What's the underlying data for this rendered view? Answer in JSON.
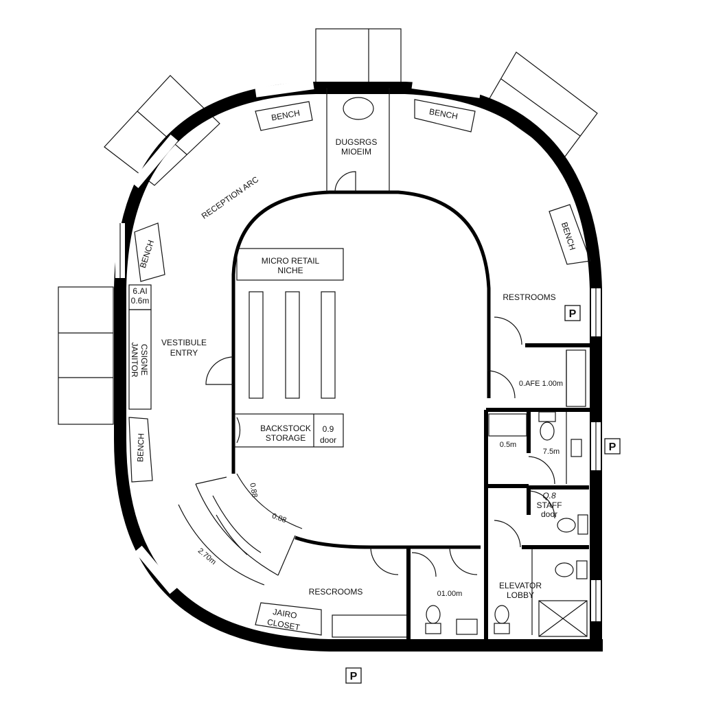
{
  "plan": {
    "benches": {
      "top_left": "BENCH",
      "top_right": "BENCH",
      "right": "BENCH",
      "left_upper": "BENCH",
      "left_lower": "BENCH"
    },
    "rooms": {
      "top_room": [
        "DUGSRGS",
        "MIOEIM"
      ],
      "reception": "RECEPTION ARC",
      "micro_retail": [
        "MICRO RETAIL",
        "NICHE"
      ],
      "janitor": [
        "JANITOR",
        "CSIGNE"
      ],
      "vestibule": [
        "VESTIBULE",
        "ENTRY"
      ],
      "backstock": [
        "BACKSTOCK",
        "STORAGE"
      ],
      "restrooms_right": "RESTROOMS",
      "staff": [
        "Q.8",
        "STAFF",
        "door"
      ],
      "elevator": [
        "ELEVATOR",
        "LOBBY"
      ],
      "restrooms_bottom": "RESCROOMS",
      "jairo_closet": [
        "JAIRO",
        "CLOSET"
      ]
    },
    "dimensions": {
      "left_wall": [
        "6.AI",
        "0.6m"
      ],
      "backstock_door": [
        "0.9",
        "door"
      ],
      "afe": "0.AFE 1.00m",
      "stall_width": "0.5m",
      "stall_depth": "7.5m",
      "bottom_stall": "01.00m",
      "arc_length": "2.70m",
      "arc_door_a": "0.88",
      "arc_door_b": "0.88"
    },
    "parking_signs": [
      "P",
      "P",
      "P"
    ]
  }
}
